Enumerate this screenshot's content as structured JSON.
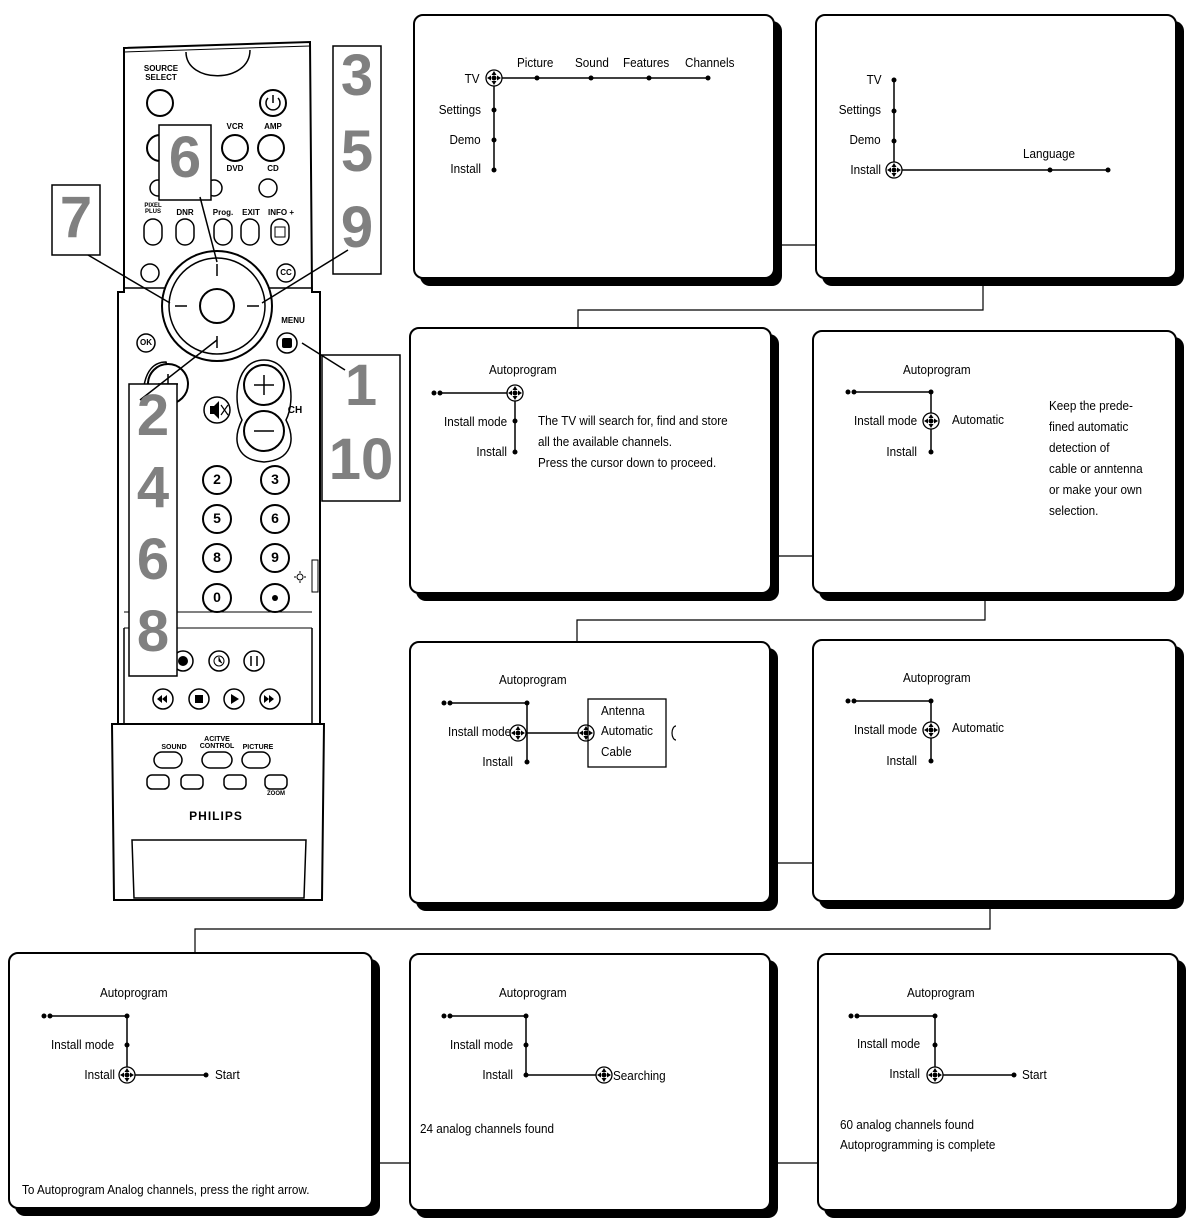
{
  "remote": {
    "source_select": [
      "SOURCE",
      "SELECT"
    ],
    "vcr": "VCR",
    "amp": "AMP",
    "dvd": "DVD",
    "cd": "CD",
    "pixel_plus": [
      "PIXEL",
      "PLUS"
    ],
    "dnr": "DNR",
    "prog": "Prog.",
    "exit": "EXIT",
    "info": "INFO +",
    "ok": "OK",
    "cc": "CC",
    "menu": "MENU",
    "ch": "CH",
    "digits": [
      "2",
      "3",
      "5",
      "6",
      "8",
      "9",
      "0"
    ],
    "active_control": [
      "ACITVE",
      "CONTROL"
    ],
    "sound": "SOUND",
    "picture": "PICTURE",
    "zoom": "ZOOM",
    "brand": "PHILIPS",
    "step_numbers": {
      "top_right": [
        "3",
        "5",
        "9"
      ],
      "top_center": "6",
      "left": "7",
      "right": [
        "1",
        "10"
      ],
      "column": [
        "2",
        "4",
        "6",
        "8"
      ]
    }
  },
  "screens": {
    "main_menu": {
      "items": [
        "TV",
        "Settings",
        "Demo",
        "Install"
      ],
      "submenu": [
        "Picture",
        "Sound",
        "Features",
        "Channels"
      ]
    },
    "install_menu": {
      "items": [
        "TV",
        "Settings",
        "Demo",
        "Install"
      ],
      "submenu": [
        "Language"
      ]
    },
    "autoprogram_intro": {
      "title": "Autoprogram",
      "items": [
        "Install mode",
        "Install"
      ],
      "description": [
        "The TV will search for, find and store",
        "all the available channels.",
        "Press the cursor down to proceed."
      ]
    },
    "install_mode": {
      "title": "Autoprogram",
      "items": [
        "Install mode",
        "Install"
      ],
      "value": "Automatic",
      "note": [
        "Keep the prede-",
        "fined automatic",
        "detection of",
        "cable or anntenna",
        "or make your own",
        "selection."
      ]
    },
    "install_mode_options": {
      "title": "Autoprogram",
      "items": [
        "Install mode",
        "Install"
      ],
      "options": [
        "Antenna",
        "Automatic",
        "Cable"
      ]
    },
    "install_mode_set": {
      "title": "Autoprogram",
      "items": [
        "Install mode",
        "Install"
      ],
      "value": "Automatic"
    },
    "install_start": {
      "title": "Autoprogram",
      "items": [
        "Install mode",
        "Install"
      ],
      "action": "Start",
      "footer": "To Autoprogram Analog channels, press the right arrow."
    },
    "searching": {
      "title": "Autoprogram",
      "items": [
        "Install mode",
        "Install"
      ],
      "action": "Searching",
      "status": "24 analog channels found"
    },
    "complete": {
      "title": "Autoprogram",
      "items": [
        "Install mode",
        "Install"
      ],
      "action": "Start",
      "status": [
        "60 analog channels found",
        "Autoprogramming is complete"
      ]
    }
  }
}
